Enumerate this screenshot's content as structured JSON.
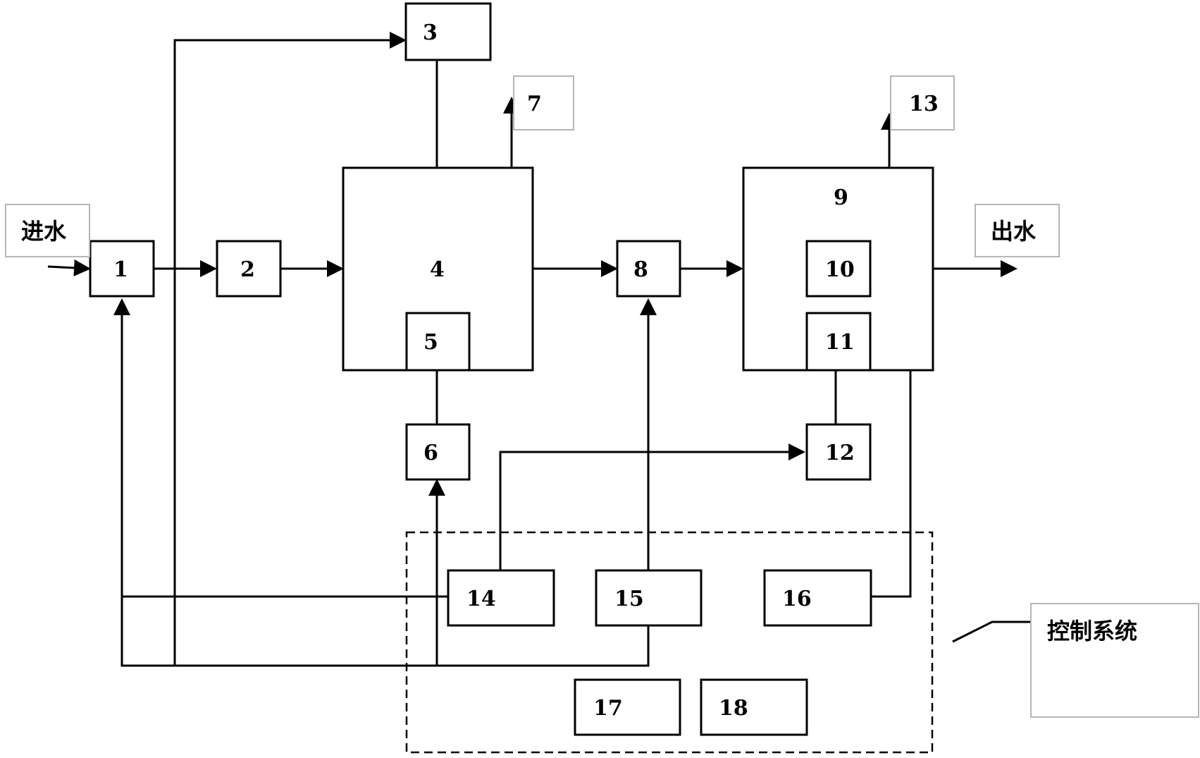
{
  "labels": {
    "inlet": "进水",
    "outlet": "出水",
    "control_system": "控制系统"
  },
  "components": {
    "n1": "1",
    "n2": "2",
    "n3": "3",
    "n4": "4",
    "n5": "5",
    "n6": "6",
    "n7": "7",
    "n8": "8",
    "n9": "9",
    "n10": "10",
    "n11": "11",
    "n12": "12",
    "n13": "13",
    "n14": "14",
    "n15": "15",
    "n16": "16",
    "n17": "17",
    "n18": "18"
  },
  "colors": {
    "line": "#000000",
    "label_border": "#b5b5b5",
    "background": "#ffffff"
  }
}
